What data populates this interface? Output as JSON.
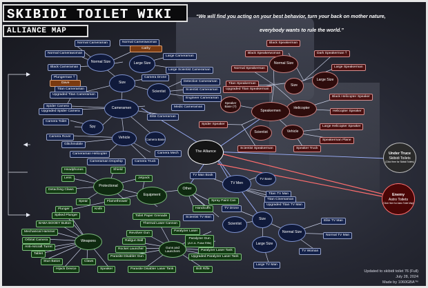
{
  "header": {
    "title": "SKIBIDI TOILET WIKI",
    "subtitle": "ALLIANCE MAP",
    "quote_line1": "“We will find you acting on your best behavior, turn your back on mother nature,",
    "quote_line2": "everybody wants to rule the world.”"
  },
  "footer": {
    "line1": "Updated to skibidi toilet 76 (Full)",
    "line2": "July 28, 2024",
    "line3": "Made by 1060GBA™"
  },
  "colors": {
    "alliance_blue": "#13214a",
    "alliance_red": "#4a1010",
    "alliance_green": "#123a12",
    "highlight_orange": "#7a3a10",
    "alliance_link": "#9fb3ff",
    "enemy_link": "#ff6e6e"
  },
  "nodes": {
    "alliance": "The Alliance",
    "under_truce": "Under Truce",
    "skibidi_toilets": "Skibidi Toilets",
    "truce_note": "(Click Here for Skibidi Toilets)",
    "enemy": "Enemy",
    "astro_toilets": "Astro Toilets",
    "enemy_note": "(Click Here for Astro Toilet Map)",
    "tv_base": "TV Base",
    "cm_base": "Camera Base",
    "sp_base": "Speaker Base (?)",
    "cam_normal_cameraman": "Normal Cameraman",
    "cam_normal_camerawoman": "Normal Camerawoman",
    "cam_cathy": "Cathy",
    "cam_normal_size": "Normal Size",
    "cam_large_size": "Large Size",
    "cam_large_cameraman": "Large Cameraman",
    "cam_large_scientist": "Large Scientist Cameraman",
    "cam_black_cameraman": "Black Cameraman",
    "cam_plungerman": "Plungerman †",
    "cam_dave": "Dave",
    "cam_size": "Size",
    "cam_camera_drone": "Camera Drone",
    "cam_detective": "Detective Cameraman",
    "cam_scientist_cameraman": "Scientist Cameraman",
    "cam_engineer": "Engineer Cameraman",
    "cam_scientist": "Scientist",
    "cam_titan": "Titan Cameraman",
    "cam_upgraded_titan": "Upgraded Titan Cameraman",
    "cam_spider_camera": "Spider Camera",
    "cam_upgraded_spider": "Upgraded Spider Camera",
    "cam_cameramen": "Cameramen",
    "cam_medic": "Medic Cameraman",
    "cam_camera_toilet": "Camera Toilet",
    "cam_spy": "Spy",
    "cam_elite": "Elite Cameraman",
    "cam_camera_rover": "Camera Rover",
    "cam_glitchmobile": "Glitchmobile",
    "cam_vehicle": "Vehicle",
    "cam_helicopter": "Cameraman Helicopter",
    "cam_dropship": "Cameraman Dropship",
    "cam_camera_mech": "Camera Mech",
    "cam_camera_truck": "Camera Truck",
    "sp_black_speakerwoman": "Black Speakerwoman",
    "sp_black_speakerman": "Black Speakerman",
    "sp_dark_speakerman": "Dark Speakerman †",
    "sp_normal_speakerman": "Normal Speakerman",
    "sp_normal_size": "Normal Size",
    "sp_large_speakerman": "Large Speakerman",
    "sp_large_size": "Large Size",
    "sp_titan": "Titan Speakerman",
    "sp_upgraded_titan": "Upgraded Titan Speakerman",
    "sp_size": "Size",
    "sp_black_helicopter": "Black Helicopter Speaker",
    "sp_helicopter": "Helicopter",
    "sp_speakermen": "Speakermen",
    "sp_helicopter_speaker": "Helicopter Speaker",
    "sp_spider": "Spider Speaker",
    "sp_scientist": "Scientist",
    "sp_vehicle": "Vehicle",
    "sp_large_helicopter": "Large Helicopter Speaker",
    "sp_speakerman_plane": "Speakerman Plane",
    "sp_scientist_speakerman": "Scientist Speakerman",
    "sp_speaker_truck": "Speaker Truck",
    "eq_headphones": "Headphones",
    "eq_shield": "Shield",
    "eq_lens": "Lens",
    "eq_jetpack": "Jetpack",
    "eq_detaching_claws": "Detaching Claws",
    "eq_protectional": "Protectional",
    "eq_equipment": "Equipment",
    "eq_spear": "Spear",
    "eq_flamethrower": "Flamethrower",
    "eq_plunger": "Plunger",
    "eq_knife": "Knife",
    "eq_spiked_plunger": "Spiked Plunger",
    "eq_toilet_paper_grenade": "Toilet Paper Grenade",
    "eq_baba_booey": "BABA BOOEY Button",
    "eq_thermal_laser": "Thermal Laser Cannon",
    "eq_mechanical_hammer": "Mechanical Hammer",
    "eq_revolver_gun": "Revolver Gun",
    "eq_paralyzer_laser": "Paralyzer Laser",
    "eq_orbital_camera": "Orbital Camera",
    "eq_weapons": "Weapons",
    "eq_railgun": "Railgun Ball",
    "eq_paralyzer_gun": "Paralyzer Gun",
    "eq_paralyzer_gun_sub": "(A.K.A. Pulse Rifle)",
    "eq_anti_aircraft": "Anti-Aircraft Turret",
    "eq_rocket_launcher": "Rocket Launcher",
    "eq_guns_launchers": "Guns and Launchers",
    "eq_paralyzer_laser_tank": "Paralyzer Laser Tank",
    "eq_tablet": "Tablet",
    "eq_parasite_gun": "Parasite Disabler Gun",
    "eq_upgraded_laser_tank": "Upgraded Paralyzer Laser Tank",
    "eq_stun_baton": "Stun Baton",
    "eq_claws": "Claws",
    "eq_hijack": "Hijack Device",
    "eq_speaker": "Speaker",
    "eq_parasite_laser_tank": "Parasite Disabler Laser Tank",
    "eq_bolt_rifle": "Bolt Rifle",
    "other": "Other",
    "ot_spray_paint": "Spray Paint Can",
    "ot_handcuffs": "Handcuffs",
    "ot_tv_drone": "TV Drone",
    "ot_scientist_tv": "Scientist TV Man",
    "tv_man_book": "TV Man Book",
    "tv_men": "TV Men",
    "tv_titan": "Titan TV Man",
    "tv_titan_cinemaman": "Titan Cinemaman",
    "tv_upgraded_titan": "Upgraded Titan TV Man",
    "tv_scientist": "Scientist",
    "tv_size": "Size",
    "tv_normal_size": "Normal Size",
    "tv_elite": "Elite TV Man",
    "tv_normal": "Normal TV Man",
    "tv_large_size": "Large Size",
    "tv_tv_woman": "TV Woman",
    "tv_large_tv_man": "Large TV Man"
  }
}
